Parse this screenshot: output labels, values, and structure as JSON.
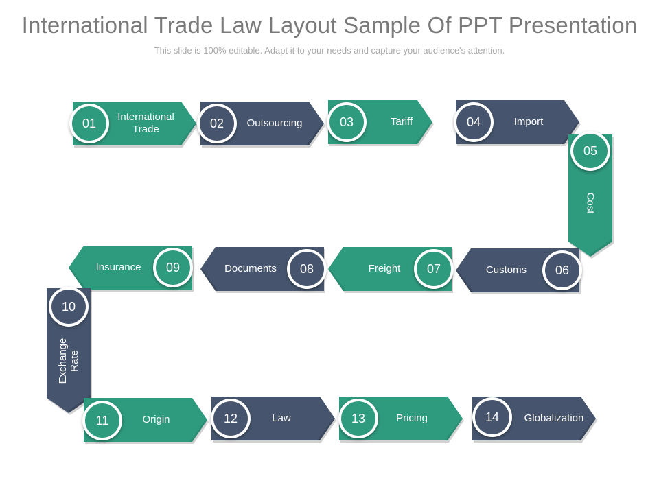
{
  "title": "International Trade Law Layout Sample Of PPT Presentation",
  "subtitle": "This slide is 100% editable. Adapt it to your needs and capture your audience's attention.",
  "colors": {
    "green": "#2e9a7e",
    "slate": "#46556d"
  },
  "steps": [
    {
      "num": "01",
      "label": "International Trade",
      "color": "green"
    },
    {
      "num": "02",
      "label": "Outsourcing",
      "color": "slate"
    },
    {
      "num": "03",
      "label": "Tariff",
      "color": "green"
    },
    {
      "num": "04",
      "label": "Import",
      "color": "slate"
    },
    {
      "num": "05",
      "label": "Cost",
      "color": "green"
    },
    {
      "num": "06",
      "label": "Customs",
      "color": "slate"
    },
    {
      "num": "07",
      "label": "Freight",
      "color": "green"
    },
    {
      "num": "08",
      "label": "Documents",
      "color": "slate"
    },
    {
      "num": "09",
      "label": "Insurance",
      "color": "green"
    },
    {
      "num": "10",
      "label": "Exchange Rate",
      "color": "slate"
    },
    {
      "num": "11",
      "label": "Origin",
      "color": "green"
    },
    {
      "num": "12",
      "label": "Law",
      "color": "slate"
    },
    {
      "num": "13",
      "label": "Pricing",
      "color": "green"
    },
    {
      "num": "14",
      "label": "Globalization",
      "color": "slate"
    }
  ]
}
